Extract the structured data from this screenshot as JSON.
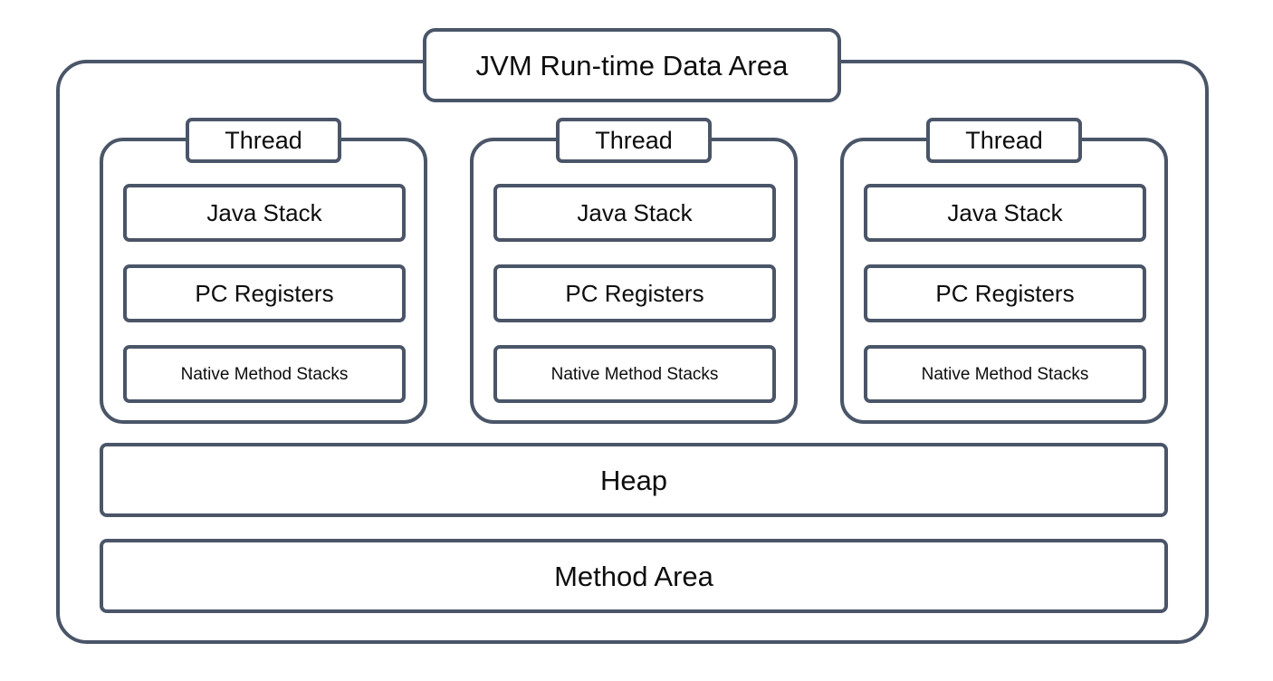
{
  "diagram": {
    "title": "JVM Run-time Data Area",
    "threads": [
      {
        "label": "Thread",
        "regions": [
          {
            "label": "Java Stack",
            "size": "normal"
          },
          {
            "label": "PC Registers",
            "size": "normal"
          },
          {
            "label": "Native Method Stacks",
            "size": "small"
          }
        ]
      },
      {
        "label": "Thread",
        "regions": [
          {
            "label": "Java Stack",
            "size": "normal"
          },
          {
            "label": "PC Registers",
            "size": "normal"
          },
          {
            "label": "Native Method Stacks",
            "size": "small"
          }
        ]
      },
      {
        "label": "Thread",
        "regions": [
          {
            "label": "Java Stack",
            "size": "normal"
          },
          {
            "label": "PC Registers",
            "size": "normal"
          },
          {
            "label": "Native Method Stacks",
            "size": "small"
          }
        ]
      }
    ],
    "shared": [
      {
        "label": "Heap"
      },
      {
        "label": "Method Area"
      }
    ],
    "colors": {
      "stroke": "#4a5568",
      "text": "#0d0d0d",
      "background": "#ffffff"
    }
  }
}
